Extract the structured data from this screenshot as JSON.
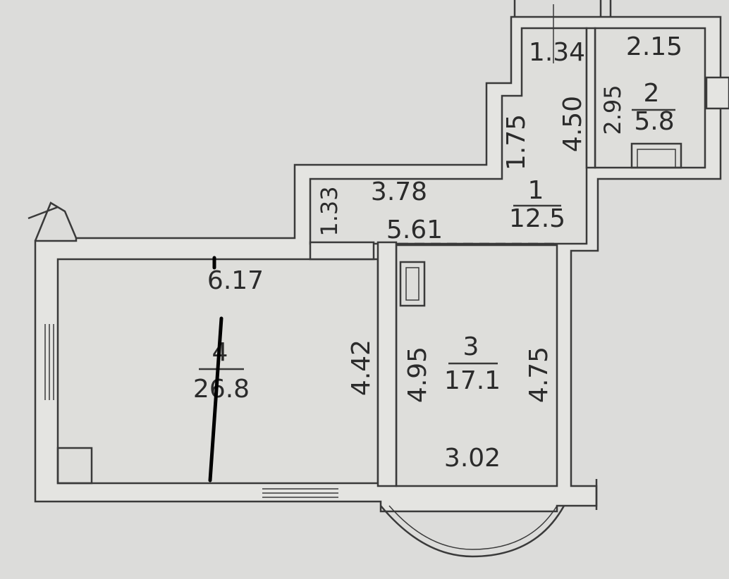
{
  "rooms": {
    "room1": {
      "number": "1",
      "area": "12.5"
    },
    "room2": {
      "number": "2",
      "area": "5.8"
    },
    "room3": {
      "number": "3",
      "area": "17.1"
    },
    "room4": {
      "number": "4",
      "area": "26.8"
    }
  },
  "dimensions": {
    "d_1_34": "1.34",
    "d_2_15": "2.15",
    "d_2_95": "2.95",
    "d_4_50": "4.50",
    "d_1_75": "1.75",
    "d_3_78": "3.78",
    "d_1_33": "1.33",
    "d_5_61": "5.61",
    "d_6_17": "6.17",
    "d_4_42": "4.42",
    "d_4_95": "4.95",
    "d_4_75": "4.75",
    "d_3_02": "3.02"
  }
}
